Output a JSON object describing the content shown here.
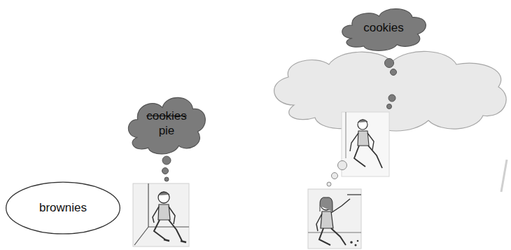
{
  "diagram": {
    "nodes": [
      {
        "text": [
          "brownies"
        ]
      },
      {
        "text": [
          "cookies",
          "pie"
        ]
      },
      {
        "text": [
          "cookies"
        ]
      }
    ]
  }
}
